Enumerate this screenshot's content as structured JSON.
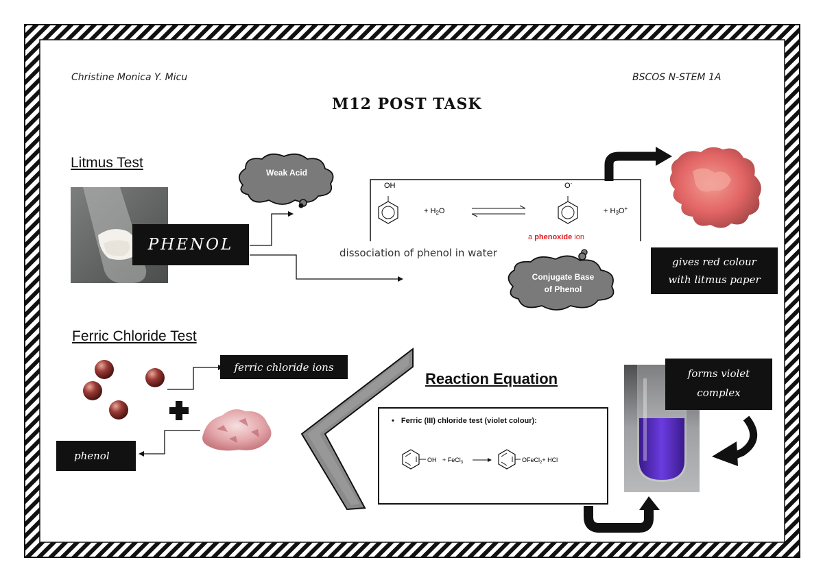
{
  "header": {
    "author": "Christine Monica Y. Micu",
    "section": "BSCOS N-STEM 1A",
    "title": "M12 POST TASK"
  },
  "litmus": {
    "heading": "Litmus Test",
    "sample_label": "PHENOL",
    "weak_acid": "Weak Acid",
    "conjugate_base_line1": "Conjugate Base",
    "conjugate_base_line2": "of Phenol",
    "dissociation_caption": "dissociation of phenol in water",
    "phenoxide_label_a": "a ",
    "phenoxide_label_b": "phenoxide",
    "phenoxide_label_c": " ion",
    "result_line1": "gives red colour",
    "result_line2": "with litmus paper"
  },
  "ferric": {
    "heading": "Ferric Chloride Test",
    "ions_label": "ferric chloride ions",
    "phenol_label": "phenol",
    "reaction_heading": "Reaction Equation",
    "reaction_bullet": "Ferric (III) chloride test (violet colour):",
    "result_line1": "forms violet",
    "result_line2": "complex"
  },
  "equation": {
    "oh": "OH",
    "h2o_plus": "+ H",
    "h2o_sub": "2",
    "h2o_o": "O",
    "o_minus": "O",
    "h3o_plus": "+ H",
    "h3o_sub": "3",
    "h3o_o": "O",
    "fecl_oh": "OH",
    "fecl_plus": "+ FeCl",
    "fecl_sub": "3",
    "fecl_product": "OFeCl",
    "fecl_product_sub": "2",
    "fecl_hcl": "+ HCl"
  },
  "colors": {
    "border": "#111111",
    "red_text": "#e0191b",
    "cloud": "#7a7a7a",
    "violet": "#5a2ec8",
    "litmus_red": "#e26464"
  }
}
